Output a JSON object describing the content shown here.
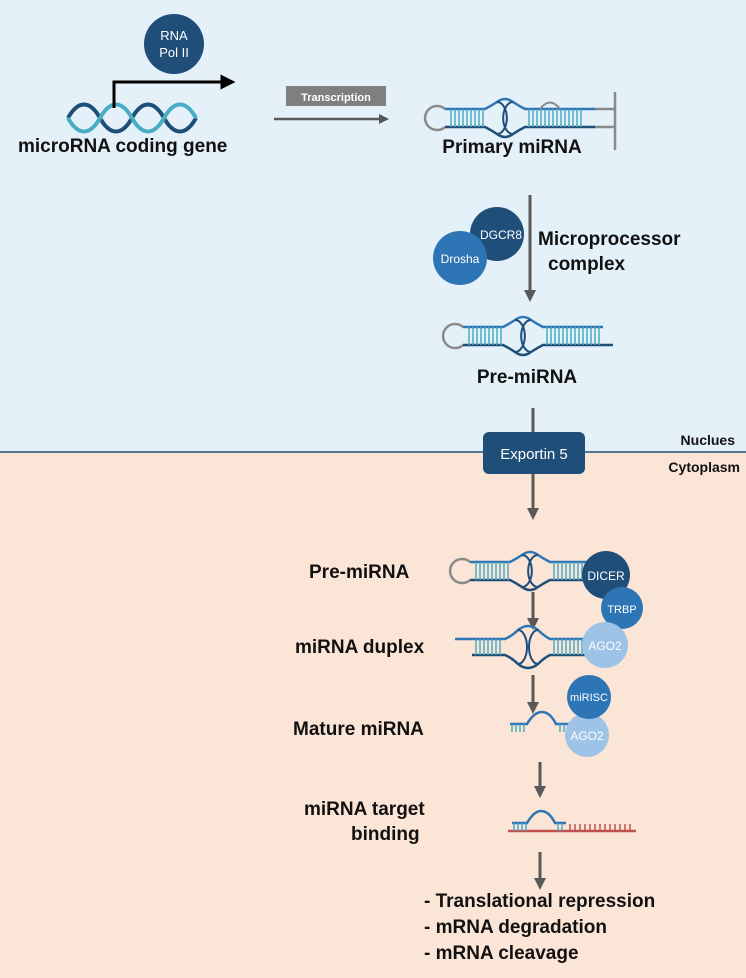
{
  "nucleus": {
    "gene_label": "microRNA coding gene",
    "polymerase_line1": "RNA",
    "polymerase_line2": "Pol II",
    "transcription_label": "Transcription",
    "primary_label": "Primary miRNA",
    "microprocessor_line1": "Microprocessor",
    "microprocessor_line2": "complex",
    "dgcr8_label": "DGCR8",
    "drosha_label": "Drosha",
    "pre_label": "Pre-miRNA",
    "region_label": "Nuclues"
  },
  "exportin_label": "Exportin 5",
  "cytoplasm": {
    "region_label": "Cytoplasm",
    "pre_label": "Pre-miRNA",
    "dicer_label": "DICER",
    "trbp_label": "TRBP",
    "duplex_label": "miRNA duplex",
    "ago2_label": "AGO2",
    "mature_label": "Mature miRNA",
    "mirisc_label": "miRISC",
    "ago2b_label": "AGO2",
    "target_line1": "miRNA target",
    "target_line2": "binding",
    "outcomes": [
      "- Translational repression",
      "- mRNA degradation",
      "- mRNA cleavage"
    ]
  },
  "colors": {
    "nucleus_bg": "#e4f1f8",
    "cytoplasm_bg": "#fbe5d6",
    "dark_blue": "#1f4e79",
    "mid_blue": "#2e75b6",
    "light_blue": "#9dc3e6",
    "target_red": "#c0504d",
    "arrow_grey": "#595959"
  }
}
